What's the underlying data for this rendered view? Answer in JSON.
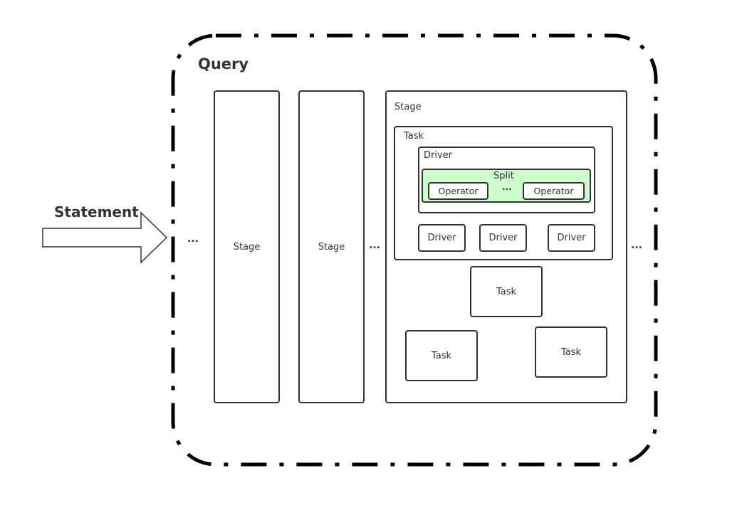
{
  "query": {
    "title": "Query"
  },
  "statement": {
    "label": "Statement"
  },
  "stages": {
    "stage1_label": "Stage",
    "stage2_label": "Stage",
    "stage3_label": "Stage"
  },
  "ellipsis": {
    "left": "...",
    "between_stages": "...",
    "right": "..."
  },
  "task_main": {
    "label": "Task",
    "driver_main": {
      "label": "Driver",
      "split": {
        "label": "Split",
        "operator1": "Operator",
        "ellipsis": "...",
        "operator2": "Operator"
      }
    },
    "drivers": [
      "Driver",
      "Driver",
      "Driver"
    ]
  },
  "tasks": [
    "Task",
    "Task",
    "Task"
  ],
  "colors": {
    "stroke": "#333333",
    "split_fill": "#ccffcc"
  }
}
